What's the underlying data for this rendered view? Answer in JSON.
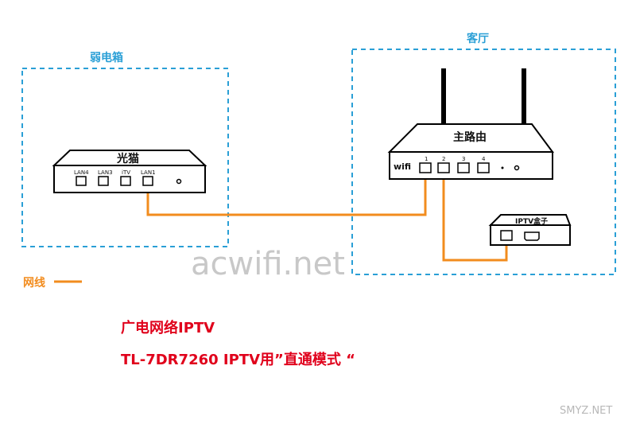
{
  "colors": {
    "zone_border": "#2a9fd6",
    "zone_label": "#2a9fd6",
    "cable": "#f28c1e",
    "caption": "#e0001b",
    "device_fill": "#ffffff",
    "device_stroke": "#000000"
  },
  "zones": {
    "weak_box": {
      "label": "弱电箱"
    },
    "living_room": {
      "label": "客厅"
    }
  },
  "devices": {
    "modem": {
      "label": "光猫",
      "ports": [
        "LAN4",
        "LAN3",
        "iTV",
        "LAN1"
      ]
    },
    "main_router": {
      "label": "主路由",
      "wifi_label": "wifi",
      "ports": [
        "1",
        "2",
        "3",
        "4"
      ]
    },
    "iptv_box": {
      "label": "IPTV盒子"
    }
  },
  "legend": {
    "cable_label": "网线"
  },
  "captions": {
    "line1": "广电网络IPTV",
    "line2": "TL-7DR7260 IPTV用”直通模式 “"
  },
  "watermarks": {
    "center": "acwifi.net",
    "corner": "SMYZ.NET"
  }
}
